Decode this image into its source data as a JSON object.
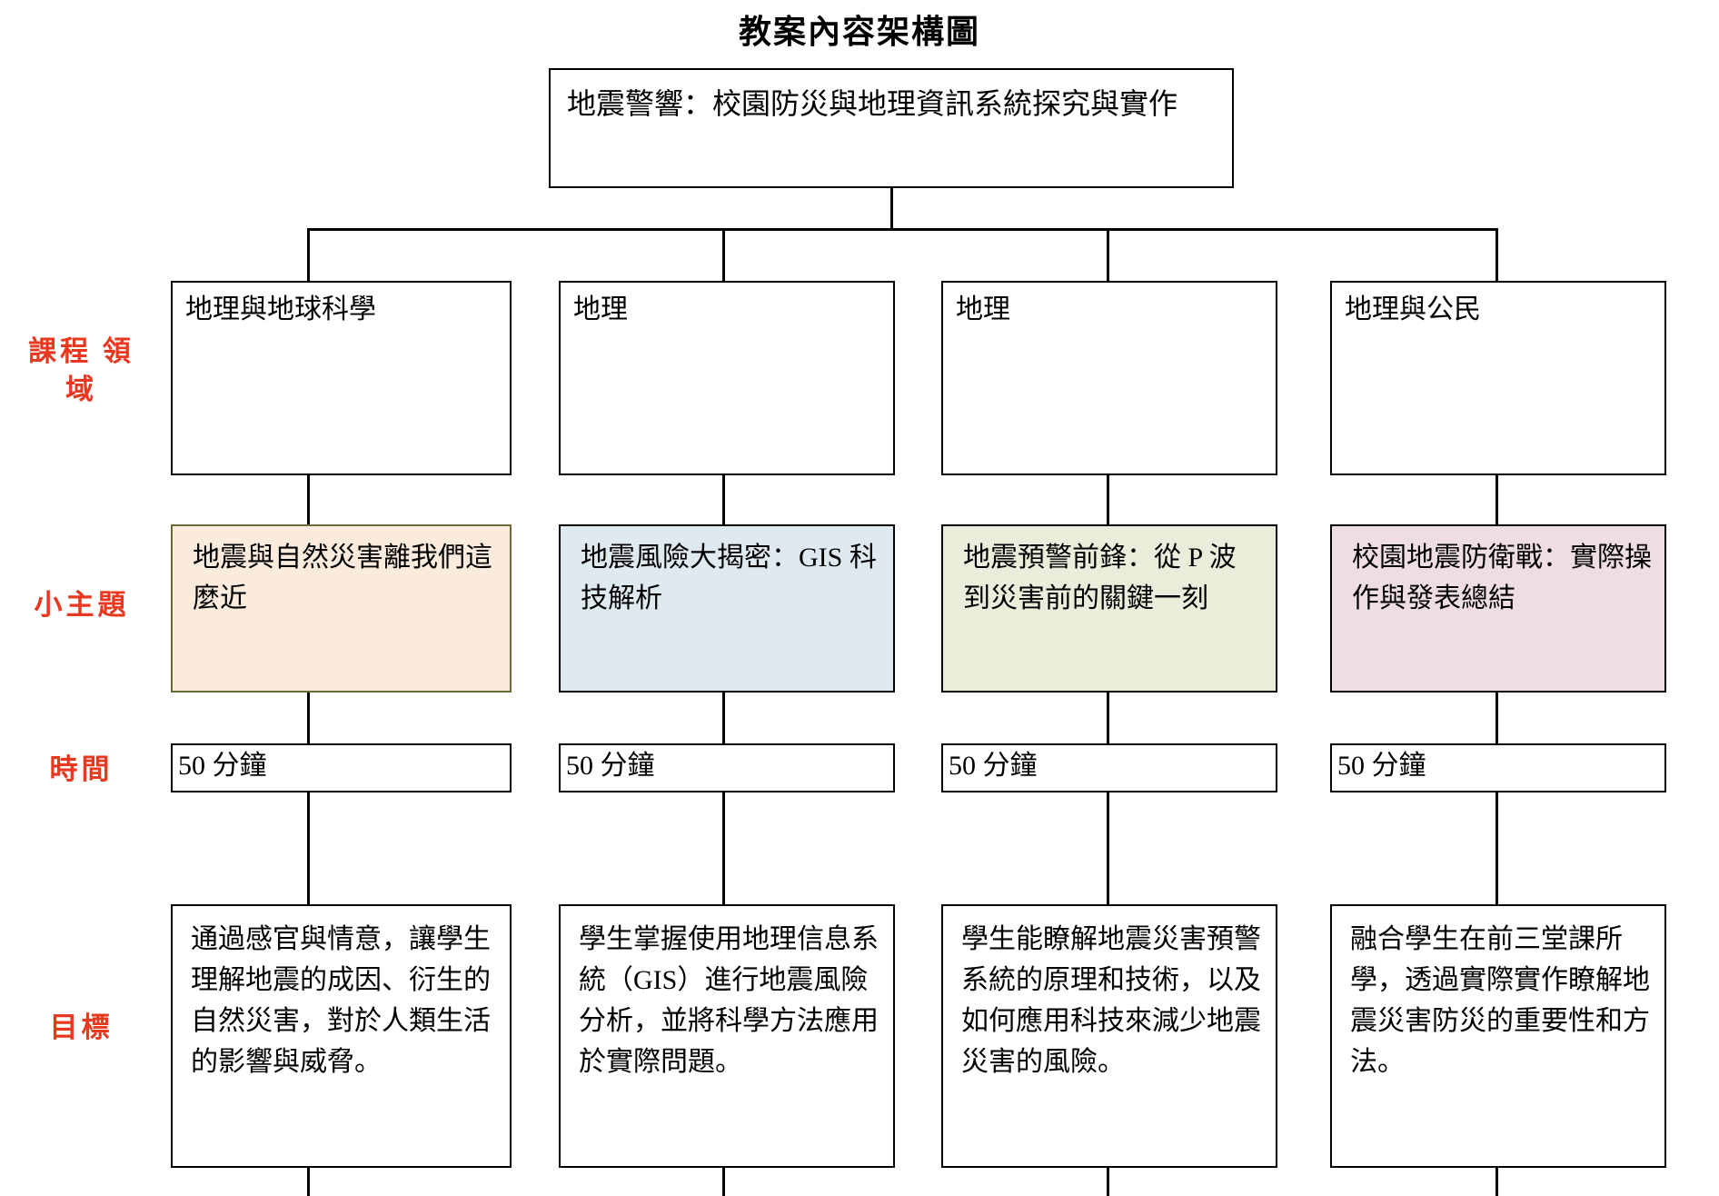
{
  "title": "教案內容架構圖",
  "root": {
    "label": "地震警響：校園防災與地理資訊系統探究與實作"
  },
  "row_labels": {
    "domain": "課程\n領域",
    "subtopic": "小主題",
    "time": "時間",
    "goal": "目標"
  },
  "colors": {
    "title_text": "#000000",
    "row_label_text": "#E8381F",
    "box_border": "#000000",
    "subtopic_1_fill": "#FAEBDC",
    "subtopic_1_border": "#6B6B35",
    "subtopic_2_fill": "#DEEAF0",
    "subtopic_2_border": "#000000",
    "subtopic_3_fill": "#E9EDDA",
    "subtopic_3_border": "#000000",
    "subtopic_4_fill": "#EEDDE2",
    "subtopic_4_border": "#000000"
  },
  "columns": [
    {
      "domain": "地理與地球科學",
      "subtopic": "地震與自然災害離我們這麼近",
      "time": "50 分鐘",
      "goal": "通過感官與情意，讓學生理解地震的成因、衍生的自然災害，對於人類生活的影響與威脅。"
    },
    {
      "domain": "地理",
      "subtopic": "地震風險大揭密：GIS 科技解析",
      "time": "50 分鐘",
      "goal": "學生掌握使用地理信息系統（GIS）進行地震風險分析，並將科學方法應用於實際問題。"
    },
    {
      "domain": "地理",
      "subtopic": "地震預警前鋒：從 P 波到災害前的關鍵一刻",
      "time": "50 分鐘",
      "goal": "學生能瞭解地震災害預警系統的原理和技術，以及如何應用科技來減少地震災害的風險。"
    },
    {
      "domain": "地理與公民",
      "subtopic": "校園地震防衛戰：實際操作與發表總結",
      "time": "50 分鐘",
      "goal": "融合學生在前三堂課所學，透過實際實作瞭解地震災害防災的重要性和方法。"
    }
  ]
}
